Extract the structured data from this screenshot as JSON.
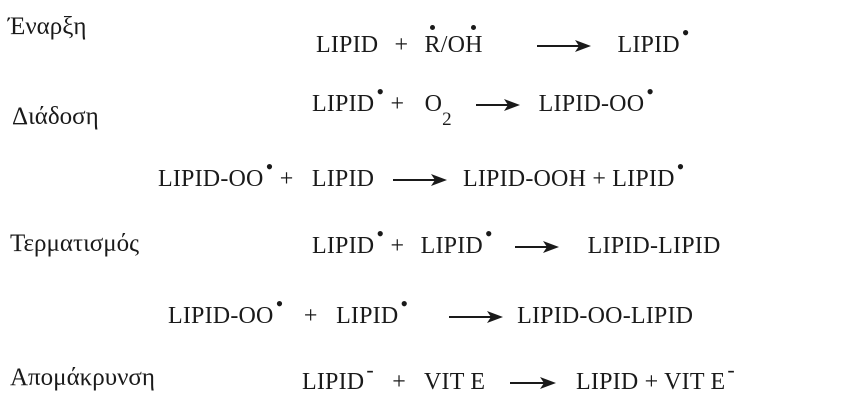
{
  "stages": {
    "initiation": "Έναρξη",
    "propagation": "Διάδοση",
    "termination": "Τερματισμός",
    "removal": "Απομάκρυνση"
  },
  "eq1": {
    "a": "LIPID",
    "plus": "+",
    "r": "R",
    "slash": "/O",
    "h": "H",
    "b": "LIPID",
    "rad": "•"
  },
  "eq2": {
    "a": "LIPID",
    "rad": "•",
    "plus": "+",
    "o": "O",
    "sub": "2",
    "b": "LIPID-OO",
    "rad2": "•"
  },
  "eq3": {
    "a": "LIPID-OO",
    "rad": "•",
    "plus": "+",
    "b": "LIPID",
    "c": "LIPID-OOH",
    "plus2": "+",
    "d": "LIPID",
    "rad2": "•"
  },
  "eq4": {
    "a": "LIPID",
    "rad": "•",
    "plus": "+",
    "b": "LIPID",
    "rad2": "•",
    "c": "LIPID-LIPID"
  },
  "eq5": {
    "a": "LIPID-OO",
    "rad": "•",
    "plus": "+",
    "b": "LIPID",
    "rad2": "•",
    "c": "LIPID-OO-LIPID"
  },
  "eq6": {
    "a": "LIPID",
    "neg": "-",
    "plus": "+",
    "b": "VIT E",
    "c": "LIPID",
    "plus2": "+",
    "d": "VIT E",
    "neg2": "-"
  }
}
